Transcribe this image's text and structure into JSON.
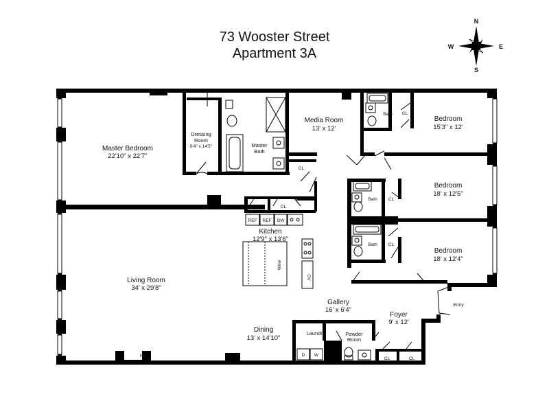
{
  "title": {
    "line1": "73 Wooster Street",
    "line2": "Apartment 3A"
  },
  "compass": {
    "n": "N",
    "s": "S",
    "e": "E",
    "w": "W"
  },
  "rooms": {
    "master_bedroom": {
      "name": "Master Bedroom",
      "dims": "22'10\" x 22'7\""
    },
    "dressing_room": {
      "name_line1": "Dressing",
      "name_line2": "Room",
      "dims": "6'4\" x 14'5\""
    },
    "master_bath": {
      "name_line1": "Master",
      "name_line2": "Bath"
    },
    "media_room": {
      "name": "Media Room",
      "dims": "13' x 12'"
    },
    "bedroom_1": {
      "name": "Bedroom",
      "dims": "15'3\" x 12'"
    },
    "bedroom_2": {
      "name": "Bedroom",
      "dims": "18' x 12'5\""
    },
    "bedroom_3": {
      "name": "Bedroom",
      "dims": "18' x 12'4\""
    },
    "kitchen": {
      "name": "Kitchen",
      "dims": "12'9\" x 13'6\""
    },
    "living_room": {
      "name": "Living Room",
      "dims": "34' x 29'8\""
    },
    "gallery": {
      "name": "Gallery",
      "dims": "16' x 6'4\""
    },
    "foyer": {
      "name": "Foyer",
      "dims": "9' x 12'"
    },
    "dining": {
      "name": "Dining",
      "dims": "13' x 14'10\""
    },
    "laundry": {
      "name": "Laundry"
    },
    "powder_room": {
      "name_line1": "Powder",
      "name_line2": "Room"
    }
  },
  "labels": {
    "bath": "Bath",
    "closet": "CL",
    "ref": "REF",
    "dw": "DW",
    "wine": "Wine",
    "ov": "OV",
    "fp": "F/P",
    "entry": "Entry",
    "dryer": "D",
    "washer": "W"
  }
}
